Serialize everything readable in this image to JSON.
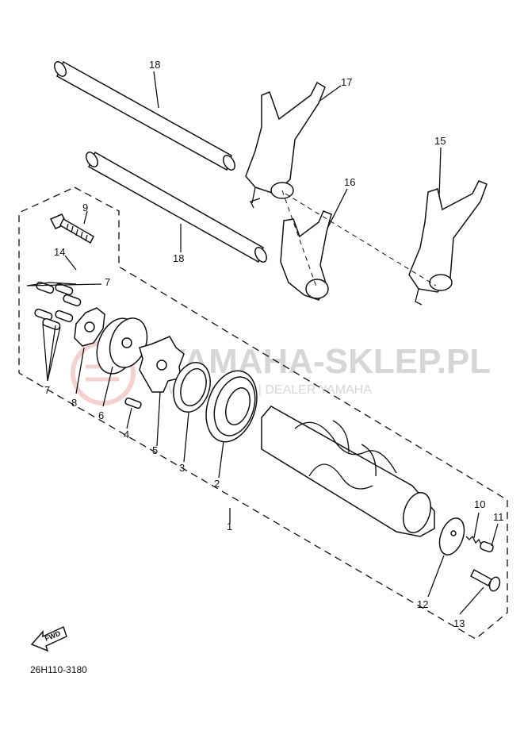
{
  "diagram": {
    "code": "26H110-3180",
    "fwd_label": "FWD",
    "watermark": {
      "title": "YAMAHA-SKLEP.PL",
      "subtitle": "WOJAREWICZ | DEALER YAMAHA"
    },
    "callouts": [
      "18",
      "17",
      "18",
      "16",
      "15",
      "9",
      "14",
      "7",
      "7",
      "8",
      "6",
      "4",
      "5",
      "3",
      "2",
      "1",
      "10",
      "11",
      "12",
      "13"
    ]
  }
}
